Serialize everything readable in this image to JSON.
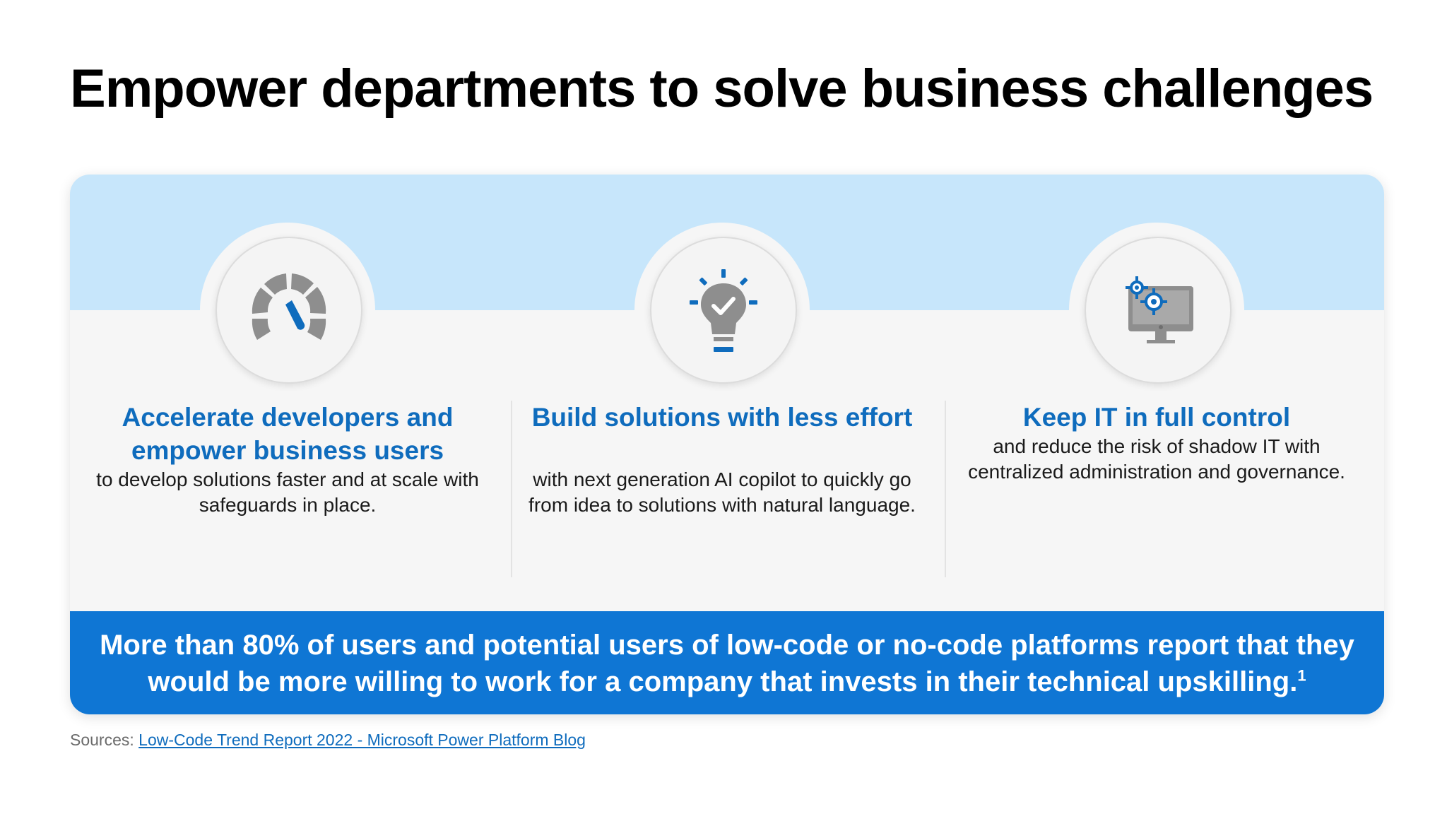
{
  "slide": {
    "title": "Empower departments to solve business challenges",
    "colors": {
      "accent_blue": "#0f6cbd",
      "banner_blue": "#0f76d4",
      "light_band": "#c7e6fb",
      "icon_gray": "#8e8e8e"
    }
  },
  "columns": [
    {
      "icon": "speedometer-icon",
      "heading": "Accelerate developers and empower business users",
      "body": "to develop solutions faster and at scale with safeguards in place."
    },
    {
      "icon": "lightbulb-check-icon",
      "heading": "Build solutions with less effort",
      "body": "with next generation AI copilot to quickly go from idea to solutions with natural language."
    },
    {
      "icon": "monitor-gears-icon",
      "heading": "Keep IT in full control",
      "body": "and reduce the risk of shadow IT with centralized administration and governance."
    }
  ],
  "banner": {
    "text": "More than 80% of users and potential users of low-code or no-code platforms report that they would be more willing to work for a company that invests in their technical upskilling.",
    "footnote": "1"
  },
  "sources": {
    "label": "Sources:",
    "link_text": "Low-Code Trend Report 2022 - Microsoft Power Platform Blog"
  }
}
